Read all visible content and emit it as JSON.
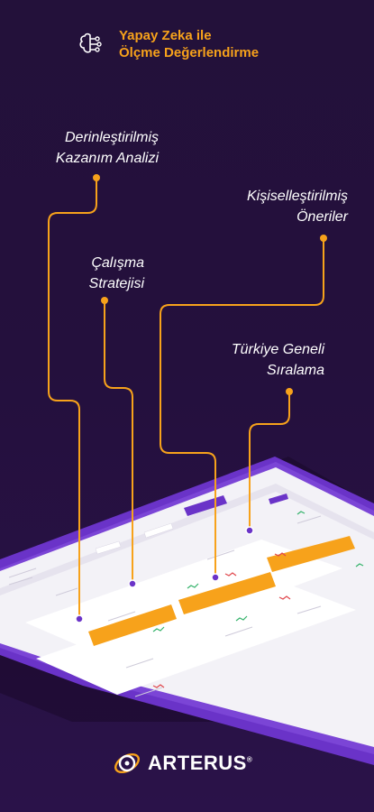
{
  "header": {
    "line1": "Yapay Zeka ile",
    "line2": "Ölçme Değerlendirme"
  },
  "callouts": {
    "kazanim": {
      "line1": "Derinleştirilmiş",
      "line2": "Kazanım Analizi"
    },
    "oneriler": {
      "line1": "Kişiselleştirilmiş",
      "line2": "Öneriler"
    },
    "strateji": {
      "line1": "Çalışma",
      "line2": "Stratejisi"
    },
    "siralama": {
      "line1": "Türkiye Geneli",
      "line2": "Sıralama"
    }
  },
  "brand": {
    "name": "ARTERUS",
    "mark": "®"
  },
  "colors": {
    "accent": "#f7a21b",
    "background": "#24103d",
    "tablet_frame": "#6a33c8",
    "screen": "#f3f2f7"
  }
}
